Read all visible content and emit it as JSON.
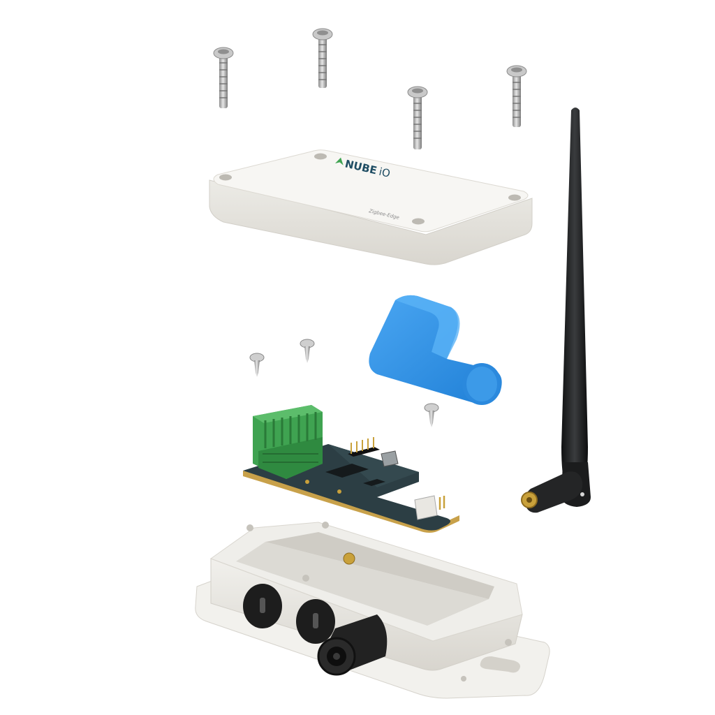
{
  "scene": {
    "background": "#ffffff"
  },
  "lid": {
    "logo_text": "NUBE",
    "logo_suffix": "iO",
    "model_text": "Zigbee-Edge",
    "color": "#f2f1ee"
  },
  "accent_colors": {
    "terminal_block": "#3fa351",
    "pcb": "#2c3e44",
    "foam": "#3b95e6",
    "antenna": "#1d1f20",
    "sma_connector": "#c9a13b"
  }
}
